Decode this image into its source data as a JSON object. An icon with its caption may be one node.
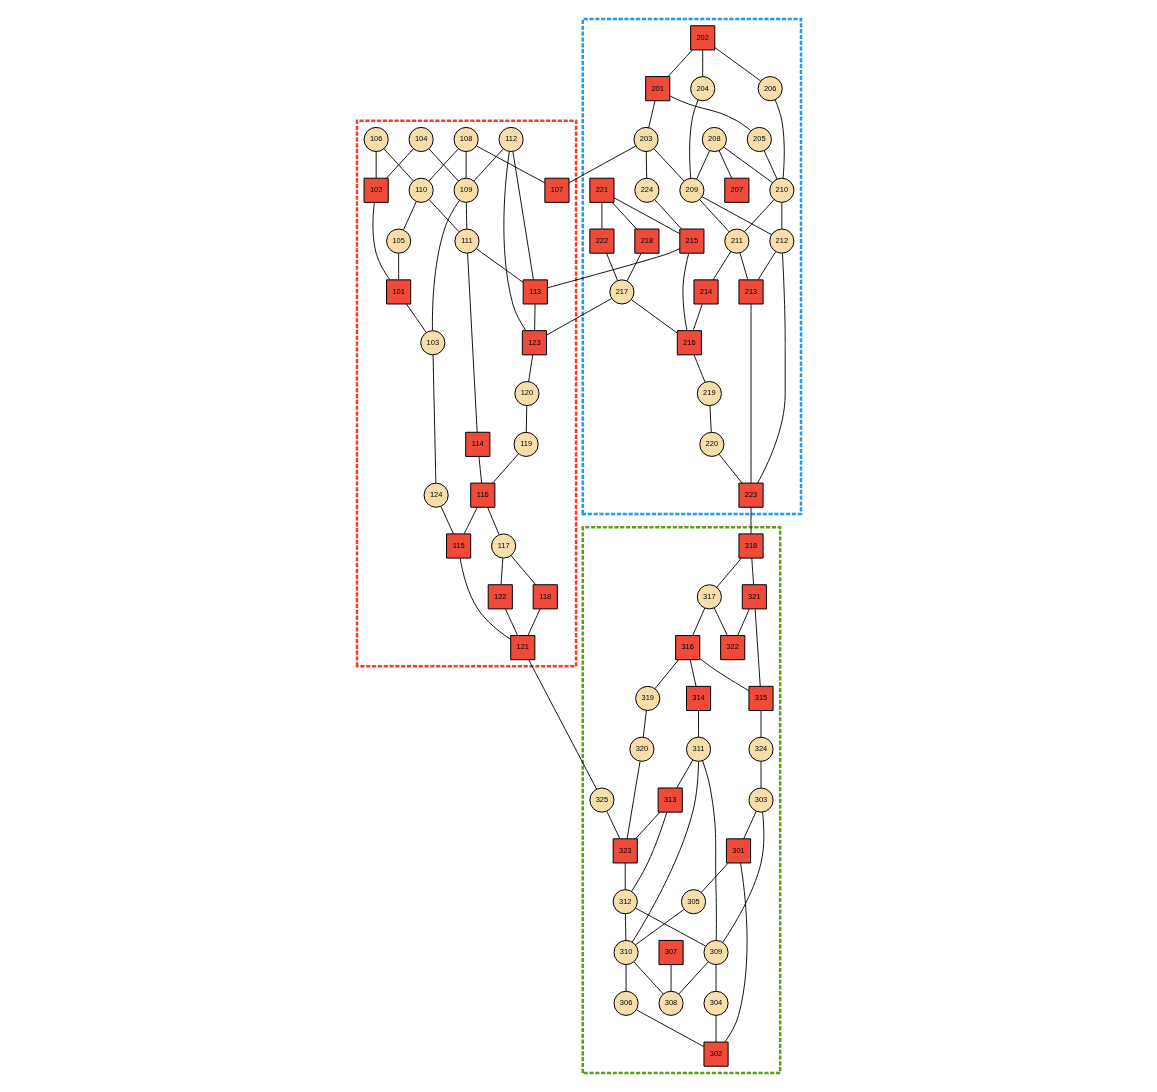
{
  "diagram": {
    "nodes": [
      {
        "text": [],
        "shape": "polygon"
      },
      {
        "text": [
          "201"
        ],
        "in": 0
      },
      {
        "text": [
          "202"
        ],
        "in": 0
      },
      {
        "text": [
          "203"
        ],
        "in": 0
      },
      {
        "text": [
          "204"
        ],
        "in": 0
      },
      {
        "text": [
          "205"
        ],
        "in": 0
      },
      {
        "text": [
          "206"
        ],
        "in": 0
      },
      {
        "text": [
          "207"
        ],
        "in": 0
      },
      {
        "text": [
          "208"
        ],
        "in": 0
      },
      {
        "text": [
          "209"
        ],
        "in": 0
      },
      {
        "text": [
          "210"
        ],
        "in": 0
      },
      {
        "text": [
          "211"
        ],
        "in": 0
      },
      {
        "text": [
          "212"
        ],
        "in": 0
      },
      {
        "text": [
          "213"
        ],
        "in": 0
      },
      {
        "text": [
          "214"
        ],
        "in": 0
      },
      {
        "text": [
          "215"
        ],
        "in": 0
      },
      {
        "text": [
          "216"
        ],
        "in": 0
      },
      {
        "text": [
          "217"
        ],
        "in": 0
      },
      {
        "text": [
          "218"
        ],
        "in": 0
      },
      {
        "text": [
          "219"
        ],
        "in": 0
      },
      {
        "text": [
          "220"
        ],
        "in": 0
      },
      {
        "text": [
          "221"
        ],
        "in": 0
      },
      {
        "text": [
          "222"
        ],
        "in": 0
      },
      {
        "text": [
          "223"
        ],
        "in": 0
      },
      {
        "text": [
          "224"
        ],
        "in": 0
      },
      {
        "text": [],
        "shape": "polygon"
      },
      {
        "text": [
          "101"
        ],
        "in": 25
      },
      {
        "text": [
          "102"
        ],
        "in": 25
      },
      {
        "text": [
          "103"
        ],
        "in": 25
      },
      {
        "text": [
          "104"
        ],
        "in": 25
      },
      {
        "text": [
          "105"
        ],
        "in": 25
      },
      {
        "text": [
          "106"
        ],
        "in": 25
      },
      {
        "text": [
          "107"
        ],
        "in": 25
      },
      {
        "text": [
          "108"
        ],
        "in": 25
      },
      {
        "text": [
          "109"
        ],
        "in": 25
      },
      {
        "text": [
          "110"
        ],
        "in": 25
      },
      {
        "text": [
          "111"
        ],
        "in": 25
      },
      {
        "text": [
          "112"
        ],
        "in": 25
      },
      {
        "text": [
          "113"
        ],
        "in": 25
      },
      {
        "text": [
          "114"
        ],
        "in": 25
      },
      {
        "text": [
          "115"
        ],
        "in": 25
      },
      {
        "text": [
          "116"
        ],
        "in": 25
      },
      {
        "text": [
          "117"
        ],
        "in": 25
      },
      {
        "text": [
          "118"
        ],
        "in": 25
      },
      {
        "text": [
          "119"
        ],
        "in": 25
      },
      {
        "text": [
          "120"
        ],
        "in": 25
      },
      {
        "text": [
          "121"
        ],
        "in": 25
      },
      {
        "text": [
          "122"
        ],
        "in": 25
      },
      {
        "text": [
          "123"
        ],
        "in": 25
      },
      {
        "text": [
          "124"
        ],
        "in": 25
      },
      {
        "text": [],
        "shape": "polygon"
      },
      {
        "text": [
          "301"
        ],
        "in": 50
      },
      {
        "text": [
          "302"
        ],
        "in": 50
      },
      {
        "text": [
          "303"
        ],
        "in": 50
      },
      {
        "text": [
          "304"
        ],
        "in": 50
      },
      {
        "text": [
          "305"
        ],
        "in": 50
      },
      {
        "text": [
          "306"
        ],
        "in": 50
      },
      {
        "text": [
          "307"
        ],
        "in": 50
      },
      {
        "text": [
          "308"
        ],
        "in": 50
      },
      {
        "text": [
          "309"
        ],
        "in": 50
      },
      {
        "text": [
          "310"
        ],
        "in": 50
      },
      {
        "text": [
          "311"
        ],
        "in": 50
      },
      {
        "text": [
          "312"
        ],
        "in": 50
      },
      {
        "text": [
          "313"
        ],
        "in": 50
      },
      {
        "text": [
          "314"
        ],
        "in": 50
      },
      {
        "text": [
          "315"
        ],
        "in": 50
      },
      {
        "text": [
          "316"
        ],
        "in": 50
      },
      {
        "text": [
          "317"
        ],
        "in": 50
      },
      {
        "text": [
          "318"
        ],
        "in": 50
      },
      {
        "text": [
          "319"
        ],
        "in": 50
      },
      {
        "text": [
          "320"
        ],
        "in": 50
      },
      {
        "text": [
          "321"
        ],
        "in": 50
      },
      {
        "text": [
          "322"
        ],
        "in": 50
      },
      {
        "text": [
          "323"
        ],
        "in": 50
      },
      {
        "text": [
          "324"
        ],
        "in": 50
      },
      {
        "text": [
          "325"
        ],
        "in": 50
      }
    ],
    "edges": [
      {
        "from": 2,
        "to": 1,
        "arrow": "none"
      },
      {
        "from": 2,
        "to": 6,
        "arrow": "none"
      },
      {
        "from": 2,
        "to": 4,
        "arrow": "none"
      },
      {
        "from": 1,
        "to": 3,
        "arrow": "none"
      },
      {
        "from": 1,
        "to": 5,
        "arrow": "none"
      },
      {
        "from": 5,
        "to": 10,
        "arrow": "none"
      },
      {
        "from": 6,
        "to": 10,
        "arrow": "none"
      },
      {
        "from": 8,
        "to": 7,
        "arrow": "none"
      },
      {
        "from": 8,
        "to": 10,
        "arrow": "none"
      },
      {
        "from": 8,
        "to": 9,
        "arrow": "none"
      },
      {
        "from": 4,
        "to": 9,
        "arrow": "none"
      },
      {
        "from": 3,
        "to": 9,
        "arrow": "none"
      },
      {
        "from": 3,
        "to": 24,
        "arrow": "none"
      },
      {
        "from": 3,
        "to": 32,
        "arrow": "none"
      },
      {
        "from": 9,
        "to": 12,
        "arrow": "none"
      },
      {
        "from": 9,
        "to": 11,
        "arrow": "none"
      },
      {
        "from": 10,
        "to": 11,
        "arrow": "none"
      },
      {
        "from": 10,
        "to": 12,
        "arrow": "none"
      },
      {
        "from": 11,
        "to": 14,
        "arrow": "none"
      },
      {
        "from": 11,
        "to": 13,
        "arrow": "none"
      },
      {
        "from": 12,
        "to": 13,
        "arrow": "none"
      },
      {
        "from": 12,
        "to": 23,
        "arrow": "none"
      },
      {
        "from": 13,
        "to": 23,
        "arrow": "none"
      },
      {
        "from": 14,
        "to": 16,
        "arrow": "none"
      },
      {
        "from": 24,
        "to": 15,
        "arrow": "none"
      },
      {
        "from": 21,
        "to": 18,
        "arrow": "none"
      },
      {
        "from": 21,
        "to": 22,
        "arrow": "none"
      },
      {
        "from": 21,
        "to": 15,
        "arrow": "none"
      },
      {
        "from": 18,
        "to": 17,
        "arrow": "none"
      },
      {
        "from": 22,
        "to": 17,
        "arrow": "none"
      },
      {
        "from": 15,
        "to": 16,
        "arrow": "none"
      },
      {
        "from": 15,
        "to": 38,
        "arrow": "none"
      },
      {
        "from": 17,
        "to": 16,
        "arrow": "none"
      },
      {
        "from": 16,
        "to": 19,
        "arrow": "none"
      },
      {
        "from": 19,
        "to": 20,
        "arrow": "none"
      },
      {
        "from": 20,
        "to": 23,
        "arrow": "none"
      },
      {
        "from": 17,
        "to": 48,
        "arrow": "none"
      },
      {
        "from": 23,
        "to": 68,
        "arrow": "none"
      },
      {
        "from": 33,
        "to": 32,
        "arrow": "none"
      },
      {
        "from": 33,
        "to": 35,
        "arrow": "none"
      },
      {
        "from": 33,
        "to": 34,
        "arrow": "none"
      },
      {
        "from": 31,
        "to": 35,
        "arrow": "none"
      },
      {
        "from": 31,
        "to": 27,
        "arrow": "none"
      },
      {
        "from": 29,
        "to": 27,
        "arrow": "none"
      },
      {
        "from": 29,
        "to": 34,
        "arrow": "none"
      },
      {
        "from": 35,
        "to": 30,
        "arrow": "none"
      },
      {
        "from": 35,
        "to": 36,
        "arrow": "none"
      },
      {
        "from": 37,
        "to": 34,
        "arrow": "none"
      },
      {
        "from": 37,
        "to": 48,
        "arrow": "none"
      },
      {
        "from": 37,
        "to": 38,
        "arrow": "none"
      },
      {
        "from": 34,
        "to": 36,
        "arrow": "none"
      },
      {
        "from": 36,
        "to": 38,
        "arrow": "none"
      },
      {
        "from": 36,
        "to": 39,
        "arrow": "none"
      },
      {
        "from": 38,
        "to": 48,
        "arrow": "none"
      },
      {
        "from": 27,
        "to": 26,
        "arrow": "none"
      },
      {
        "from": 30,
        "to": 26,
        "arrow": "none"
      },
      {
        "from": 26,
        "to": 28,
        "arrow": "none"
      },
      {
        "from": 34,
        "to": 28,
        "arrow": "none"
      },
      {
        "from": 48,
        "to": 45,
        "arrow": "none"
      },
      {
        "from": 45,
        "to": 44,
        "arrow": "none"
      },
      {
        "from": 28,
        "to": 49,
        "arrow": "none"
      },
      {
        "from": 49,
        "to": 40,
        "arrow": "none"
      },
      {
        "from": 39,
        "to": 41,
        "arrow": "none"
      },
      {
        "from": 44,
        "to": 41,
        "arrow": "none"
      },
      {
        "from": 41,
        "to": 40,
        "arrow": "none"
      },
      {
        "from": 41,
        "to": 42,
        "arrow": "none"
      },
      {
        "from": 42,
        "to": 43,
        "arrow": "none"
      },
      {
        "from": 42,
        "to": 47,
        "arrow": "none"
      },
      {
        "from": 40,
        "to": 46,
        "arrow": "none"
      },
      {
        "from": 43,
        "to": 46,
        "arrow": "none"
      },
      {
        "from": 47,
        "to": 46,
        "arrow": "none"
      },
      {
        "from": 46,
        "to": 75,
        "arrow": "none"
      },
      {
        "from": 75,
        "to": 73,
        "arrow": "none"
      },
      {
        "from": 68,
        "to": 67,
        "arrow": "none"
      },
      {
        "from": 68,
        "to": 71,
        "arrow": "none"
      },
      {
        "from": 71,
        "to": 72,
        "arrow": "none"
      },
      {
        "from": 67,
        "to": 72,
        "arrow": "none"
      },
      {
        "from": 71,
        "to": 65,
        "arrow": "none"
      },
      {
        "from": 67,
        "to": 66,
        "arrow": "none"
      },
      {
        "from": 66,
        "to": 65,
        "arrow": "none"
      },
      {
        "from": 66,
        "to": 69,
        "arrow": "none"
      },
      {
        "from": 66,
        "to": 64,
        "arrow": "none"
      },
      {
        "from": 65,
        "to": 74,
        "arrow": "none"
      },
      {
        "from": 69,
        "to": 70,
        "arrow": "none"
      },
      {
        "from": 70,
        "to": 73,
        "arrow": "none"
      },
      {
        "from": 74,
        "to": 53,
        "arrow": "none"
      },
      {
        "from": 64,
        "to": 61,
        "arrow": "none"
      },
      {
        "from": 53,
        "to": 59,
        "arrow": "none"
      },
      {
        "from": 53,
        "to": 51,
        "arrow": "none"
      },
      {
        "from": 61,
        "to": 59,
        "arrow": "none"
      },
      {
        "from": 61,
        "to": 63,
        "arrow": "none"
      },
      {
        "from": 61,
        "to": 60,
        "arrow": "none"
      },
      {
        "from": 63,
        "to": 73,
        "arrow": "none"
      },
      {
        "from": 63,
        "to": 62,
        "arrow": "none"
      },
      {
        "from": 73,
        "to": 62,
        "arrow": "none"
      },
      {
        "from": 62,
        "to": 60,
        "arrow": "none"
      },
      {
        "from": 62,
        "to": 59,
        "arrow": "none"
      },
      {
        "from": 59,
        "to": 54,
        "arrow": "none"
      },
      {
        "from": 59,
        "to": 58,
        "arrow": "none"
      },
      {
        "from": 51,
        "to": 55,
        "arrow": "none"
      },
      {
        "from": 55,
        "to": 60,
        "arrow": "none"
      },
      {
        "from": 51,
        "to": 52,
        "arrow": "none"
      },
      {
        "from": 60,
        "to": 58,
        "arrow": "none"
      },
      {
        "from": 60,
        "to": 56,
        "arrow": "none"
      },
      {
        "from": 54,
        "to": 52,
        "arrow": "none"
      },
      {
        "from": 56,
        "to": 52,
        "arrow": "none"
      },
      {
        "from": 57,
        "to": 58,
        "arrow": "none"
      }
    ]
  }
}
